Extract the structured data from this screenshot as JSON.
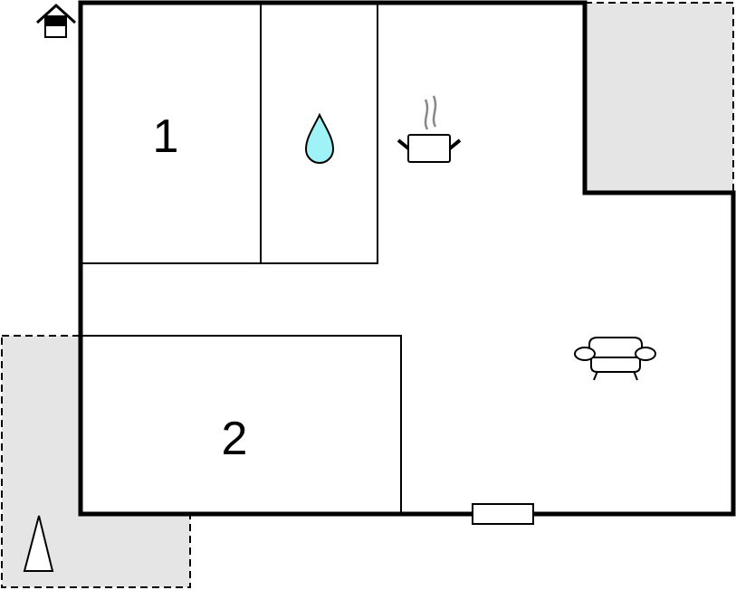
{
  "rooms": [
    {
      "label": "1",
      "type": "bedroom"
    },
    {
      "label": "2",
      "type": "bedroom"
    }
  ],
  "icons": [
    "house-entrance-icon",
    "water-drop-icon",
    "cooking-pot-icon",
    "sofa-icon",
    "north-arrow-icon"
  ],
  "colors": {
    "wall": "#000000",
    "terrace": "#e5e5e5",
    "water": "#9ff3f6",
    "steam": "#888888"
  }
}
